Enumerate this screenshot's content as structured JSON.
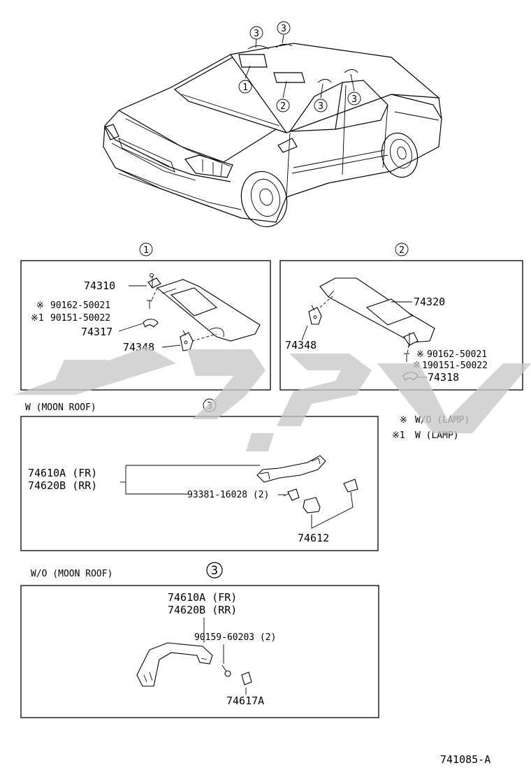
{
  "overview": {
    "callouts": [
      "3",
      "3",
      "1",
      "2",
      "3",
      "3"
    ]
  },
  "panel1": {
    "circle": "1",
    "parts": {
      "p74310": "74310",
      "p90162": "90162-50021",
      "p90151": "90151-50022",
      "p74317": "74317",
      "p74348": "74348"
    },
    "marks": {
      "m1": "※",
      "m2": "※1"
    }
  },
  "panel2": {
    "circle": "2",
    "parts": {
      "p74320": "74320",
      "p74348": "74348",
      "p90162": "90162-50021",
      "p90151": "190151-50022",
      "p74318": "74318"
    },
    "marks": {
      "m1": "※",
      "m2": "※"
    }
  },
  "legend": {
    "row1_mark": "※",
    "row1_text": "W/O (LAMP)",
    "row2_mark": "※1",
    "row2_text": "W (LAMP)"
  },
  "panel3": {
    "label": "W (MOON  ROOF)",
    "circle": "3",
    "parts": {
      "p74610": "74610A (FR)",
      "p74620": "74620B (RR)",
      "p93381": "93381-16028 (2)",
      "p74612": "74612"
    }
  },
  "panel4": {
    "label": "W/O (MOON  ROOF)",
    "circle": "3",
    "parts": {
      "p74610": "74610A (FR)",
      "p74620": "74620B (RR)",
      "p90159": "90159-60203 (2)",
      "p74617": "74617A"
    }
  },
  "footer": {
    "code": "741085-A"
  },
  "watermark": {
    "color": "#c8c8c8"
  }
}
